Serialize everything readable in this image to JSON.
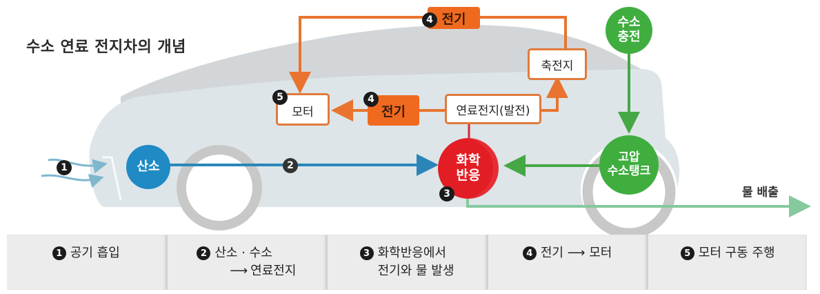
{
  "title": "수소 연료 전지차의 개념",
  "colors": {
    "orange": "#ef6a1f",
    "orange_border": "#e07a3c",
    "blue": "#1f8ac4",
    "red": "#e31d24",
    "green": "#3fae3f",
    "light_green": "#8fd0a4",
    "car_body": "#dfe6e9",
    "car_roof": "#cfd2d4",
    "wheel": "#c8c8c8"
  },
  "diagram": {
    "top_electricity": {
      "badge": "4",
      "label": "전기"
    },
    "mid_electricity": {
      "badge": "4",
      "label": "전기"
    },
    "motor": {
      "badge": "5",
      "label": "모터"
    },
    "battery": {
      "label": "축전지"
    },
    "fuel_cell": {
      "label": "연료전지(발전)"
    },
    "oxygen": {
      "label": "산소"
    },
    "reaction": {
      "line1": "화학",
      "line2": "반응",
      "badge": "3"
    },
    "h2_charge": {
      "line1": "수소",
      "line2": "충전"
    },
    "h2_tank": {
      "line1": "고압",
      "line2": "수소탱크"
    },
    "water_out": {
      "label": "물 배출"
    },
    "intake_badge": "1",
    "flow_badge": "2"
  },
  "steps": [
    {
      "badge": "1",
      "line1": "공기 흡입",
      "line2": ""
    },
    {
      "badge": "2",
      "line1": "산소 · 수소",
      "arrow": "⟶",
      "line2": "연료전지"
    },
    {
      "badge": "3",
      "line1": "화학반응에서",
      "line2": "전기와 물 발생"
    },
    {
      "badge": "4",
      "line1": "전기 ⟶ 모터",
      "line2": ""
    },
    {
      "badge": "5",
      "line1": "모터 구동 주행",
      "line2": ""
    }
  ]
}
